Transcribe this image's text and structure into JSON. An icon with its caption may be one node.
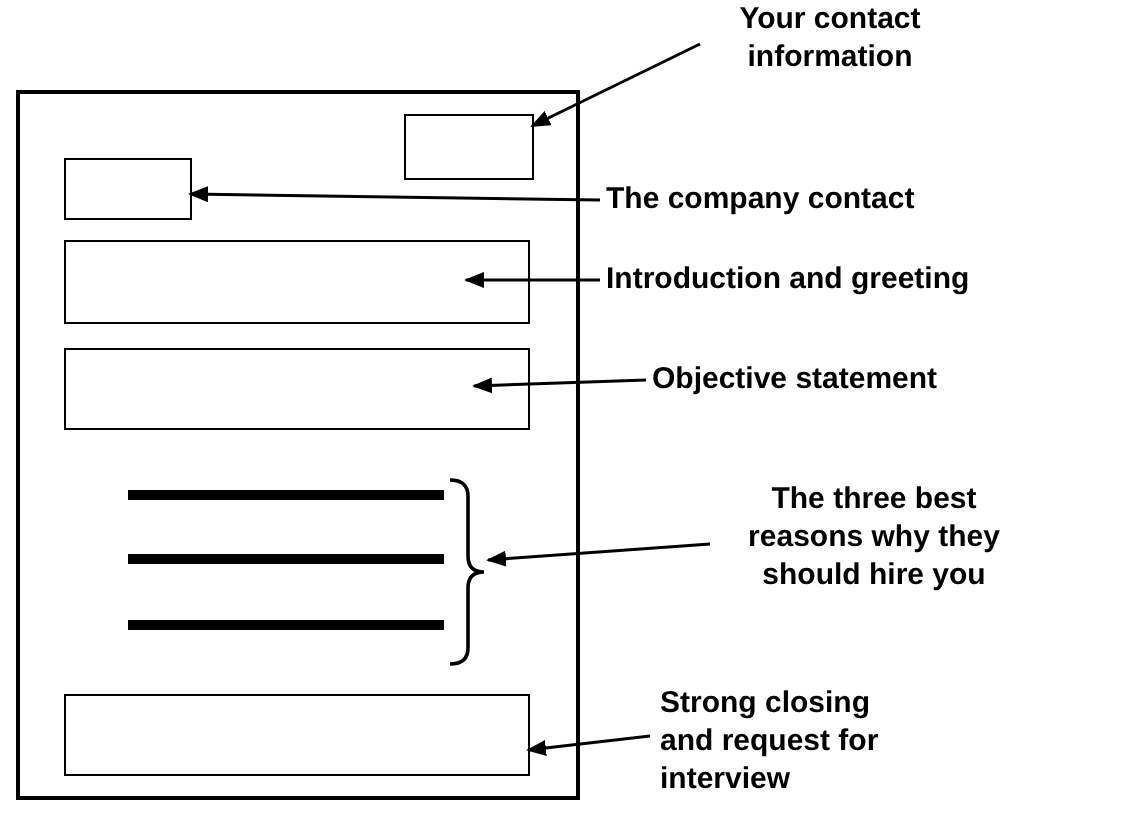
{
  "diagram": {
    "nodes": [
      {
        "text": [],
        "shape": "box"
      },
      {
        "text": [],
        "shape": "box",
        "in": 0
      },
      {
        "text": [],
        "shape": "box",
        "in": 0
      },
      {
        "text": [],
        "shape": "box",
        "in": 0
      },
      {
        "text": [],
        "shape": "box",
        "in": 0
      },
      {
        "text": [],
        "shape": "bar",
        "in": 0
      },
      {
        "text": [],
        "shape": "bar",
        "in": 0
      },
      {
        "text": [],
        "shape": "bar",
        "in": 0
      },
      {
        "text": [],
        "shape": "bracket",
        "in": 0
      },
      {
        "text": [],
        "shape": "box",
        "in": 0
      },
      {
        "text": [
          "Your contact information"
        ]
      },
      {
        "text": [
          "The company contact"
        ]
      },
      {
        "text": [
          "Introduction and greeting"
        ]
      },
      {
        "text": [
          "Objective statement"
        ]
      },
      {
        "text": [
          "The three best reasons why they should hire you"
        ]
      },
      {
        "text": [
          "Strong closing and request for interview"
        ]
      }
    ],
    "edges": [
      {
        "from": 10,
        "to": 1,
        "arrow": "to"
      },
      {
        "from": 11,
        "to": 2,
        "arrow": "to"
      },
      {
        "from": 12,
        "to": 3,
        "arrow": "to"
      },
      {
        "from": 13,
        "to": 4,
        "arrow": "to"
      },
      {
        "from": 14,
        "to": 8,
        "arrow": "to"
      },
      {
        "from": 15,
        "to": 9,
        "arrow": "to"
      }
    ]
  }
}
